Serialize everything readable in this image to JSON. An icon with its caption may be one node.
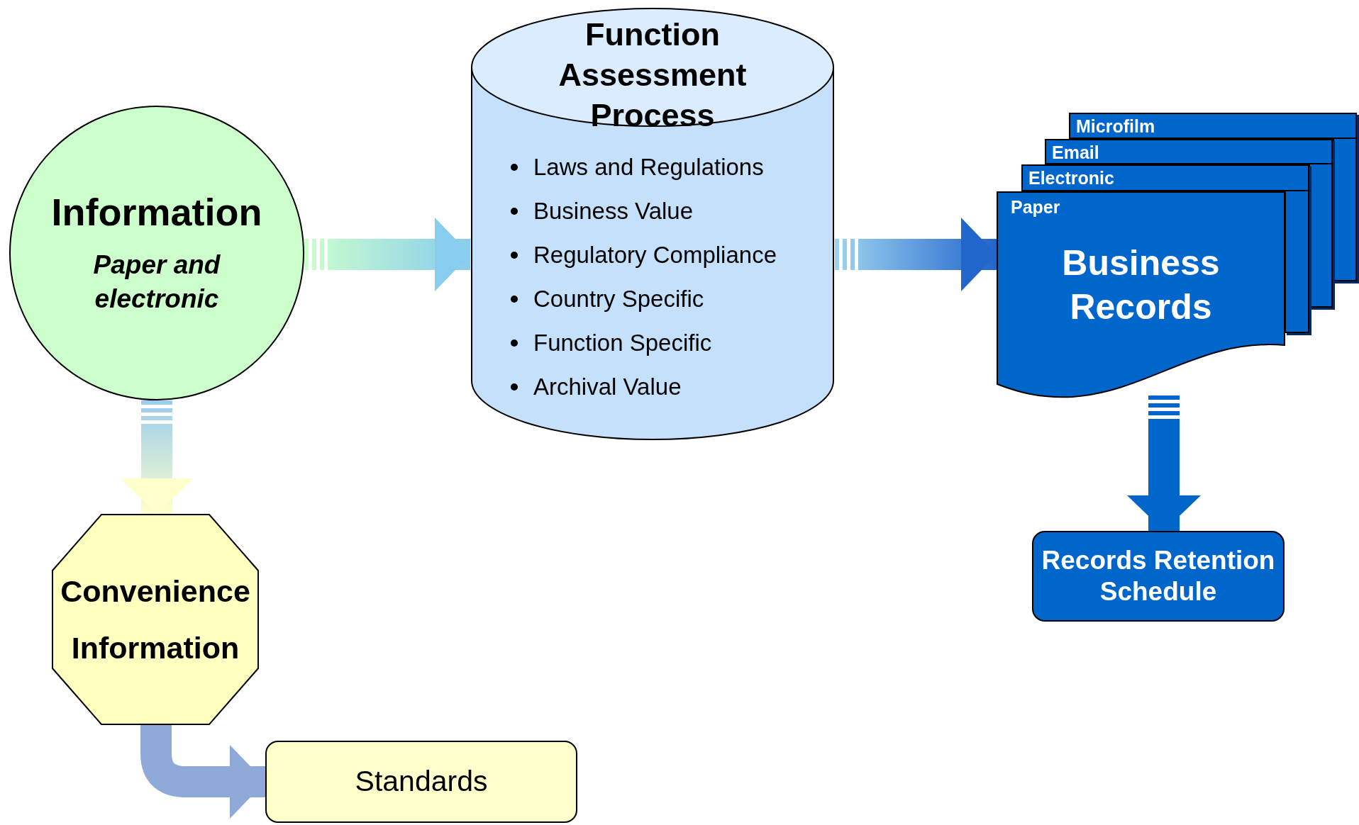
{
  "diagram": {
    "nodes": [
      {
        "text": [
          "Information",
          "Paper and electronic"
        ]
      },
      {
        "text": [
          "Function Assessment Process",
          "Laws and Regulations",
          "Business Value",
          "Regulatory Compliance",
          "Country Specific",
          "Function Specific",
          "Archival Value"
        ]
      },
      {
        "text": [
          "Microfilm"
        ]
      },
      {
        "text": [
          "Email"
        ]
      },
      {
        "text": [
          "Electronic"
        ]
      },
      {
        "text": [
          "Paper",
          "Business Records"
        ]
      },
      {
        "text": [
          "Records Retention Schedule"
        ]
      },
      {
        "text": [
          "Convenience Information"
        ]
      },
      {
        "text": [
          "Standards"
        ]
      }
    ],
    "edges": [
      {
        "from": 0,
        "to": 1,
        "arrow": "to"
      },
      {
        "from": 1,
        "to": 5,
        "arrow": "to"
      },
      {
        "from": 5,
        "to": 6,
        "arrow": "to"
      },
      {
        "from": 0,
        "to": 7,
        "arrow": "to"
      },
      {
        "from": 7,
        "to": 8,
        "arrow": "to"
      }
    ]
  }
}
